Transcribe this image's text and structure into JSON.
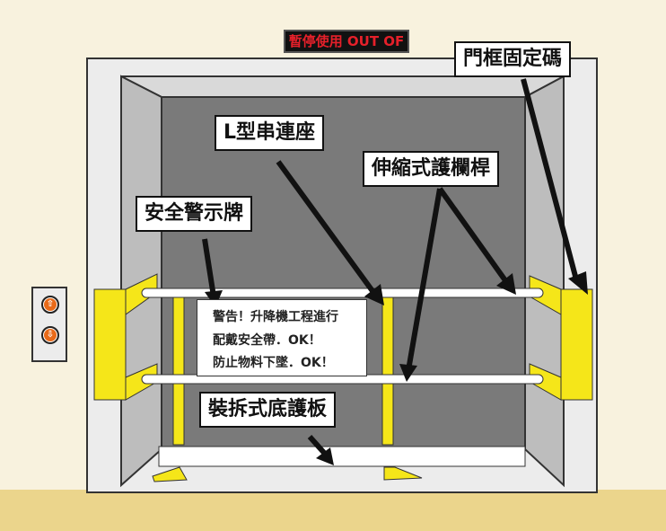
{
  "display": {
    "text": "暫停使用 OUT OF"
  },
  "labels": {
    "door_frame_block": "門框固定碼",
    "l_connector": "L型串連座",
    "telescopic_rail": "伸縮式護欄桿",
    "warning_sign": "安全警示牌",
    "toe_board": "裝拆式底護板"
  },
  "sign": {
    "line1": "警告！升降機工程進行",
    "line2": "配戴安全帶．OK！",
    "line3": "防止物料下墜．OK！"
  },
  "call_buttons": {
    "up": "⇧",
    "down": "⇩"
  },
  "colors": {
    "yellow": "#f5e619",
    "floor": "#ebd58c",
    "interior": "#7a7a7a",
    "led_text": "#e5202a"
  }
}
